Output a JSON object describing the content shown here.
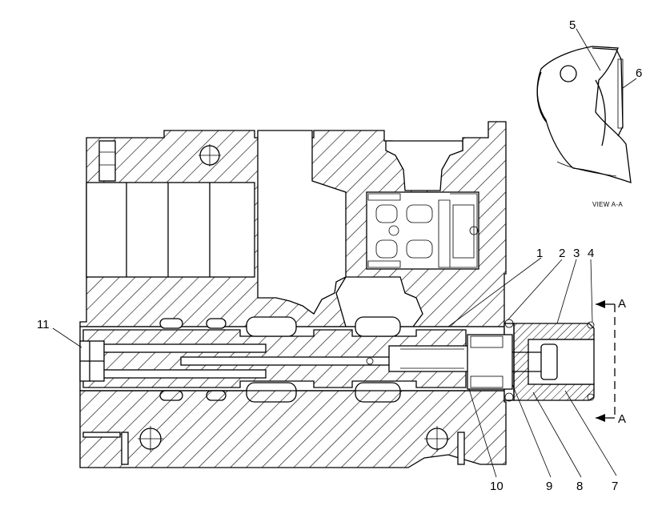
{
  "callouts": {
    "c1": "1",
    "c2": "2",
    "c3": "3",
    "c4": "4",
    "c5": "5",
    "c6": "6",
    "c7": "7",
    "c8": "8",
    "c9": "9",
    "c10": "10",
    "c11": "11"
  },
  "section_markers": {
    "top": "A",
    "bottom": "A"
  },
  "view_caption": "VIEW A-A"
}
